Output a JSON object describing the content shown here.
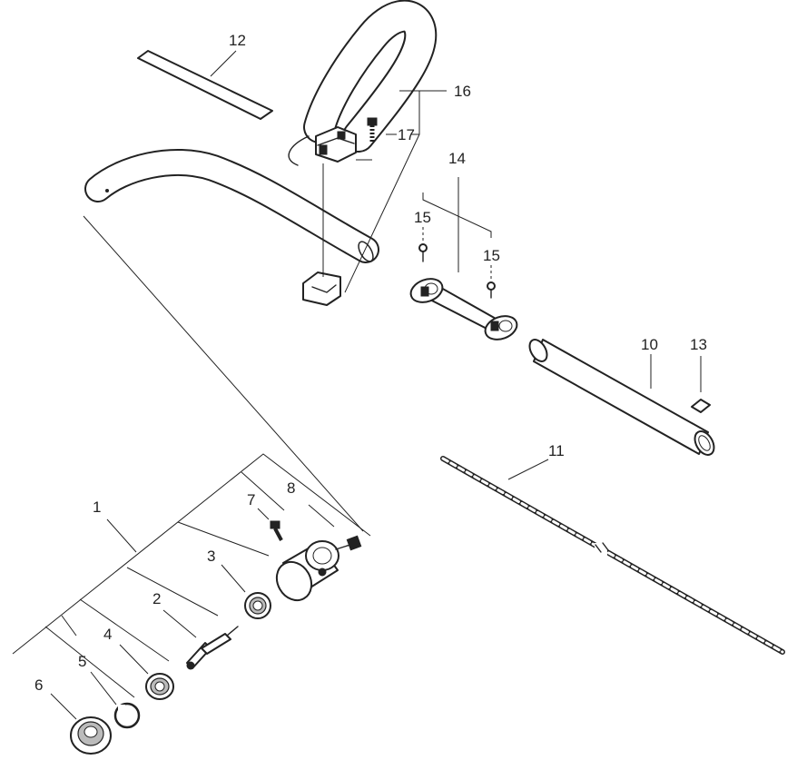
{
  "callouts": {
    "c1": "1",
    "c2": "2",
    "c3": "3",
    "c4": "4",
    "c5": "5",
    "c6": "6",
    "c7": "7",
    "c8": "8",
    "c10": "10",
    "c11": "11",
    "c12": "12",
    "c13": "13",
    "c14": "14",
    "c15a": "15",
    "c15b": "15",
    "c16": "16",
    "c17": "17"
  },
  "colors": {
    "line": "#222222",
    "background": "#ffffff"
  }
}
